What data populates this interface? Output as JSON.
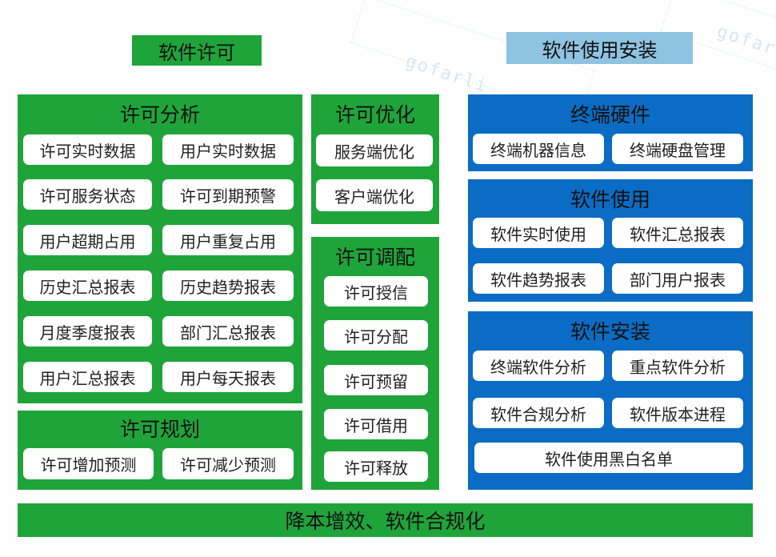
{
  "headers": {
    "license": "软件许可",
    "install": "软件使用安装"
  },
  "watermark": "gofarlic.com",
  "panels": {
    "license_analysis": {
      "title": "许可分析",
      "items": [
        "许可实时数据",
        "用户实时数据",
        "许可服务状态",
        "许可到期预警",
        "用户超期占用",
        "用户重复占用",
        "历史汇总报表",
        "历史趋势报表",
        "月度季度报表",
        "部门汇总报表",
        "用户汇总报表",
        "用户每天报表"
      ]
    },
    "license_planning": {
      "title": "许可规划",
      "items": [
        "许可增加预测",
        "许可减少预测"
      ]
    },
    "license_optimize": {
      "title": "许可优化",
      "items": [
        "服务端优化",
        "客户端优化"
      ]
    },
    "license_allocate": {
      "title": "许可调配",
      "items": [
        "许可授信",
        "许可分配",
        "许可预留",
        "许可借用",
        "许可释放"
      ]
    },
    "terminal_hardware": {
      "title": "终端硬件",
      "items": [
        "终端机器信息",
        "终端硬盘管理"
      ]
    },
    "software_usage": {
      "title": "软件使用",
      "items": [
        "软件实时使用",
        "软件汇总报表",
        "软件趋势报表",
        "部门用户报表"
      ]
    },
    "software_install": {
      "title": "软件安装",
      "items": [
        "终端软件分析",
        "重点软件分析",
        "软件合规分析",
        "软件版本进程",
        "软件使用黑白名单"
      ]
    }
  },
  "footer": "降本增效、软件合规化",
  "colors": {
    "green": "#1fa43a",
    "blue": "#0a6cc4",
    "light_blue": "#8fc3e2"
  }
}
